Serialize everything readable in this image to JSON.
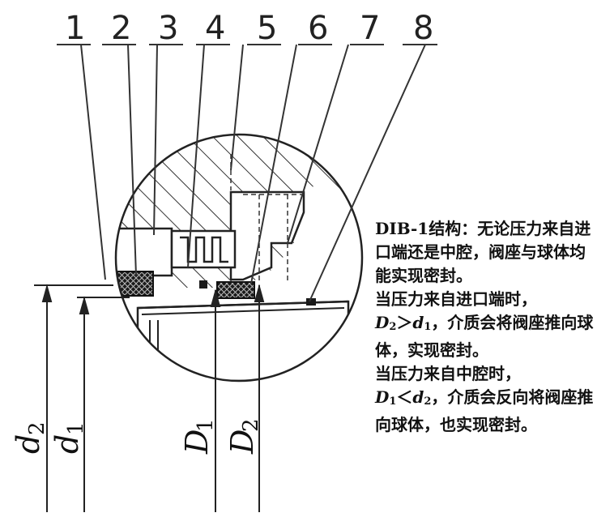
{
  "part_numbers": [
    "1",
    "2",
    "3",
    "4",
    "5",
    "6",
    "7",
    "8"
  ],
  "dimensions": {
    "d2": {
      "base": "d",
      "sub": "2"
    },
    "d1": {
      "base": "d",
      "sub": "1"
    },
    "D1": {
      "base": "D",
      "sub": "1"
    },
    "D2": {
      "base": "D",
      "sub": "2"
    }
  },
  "caption": {
    "line1": "DIB-1结构：无论压力来自进口端还是中腔，阀座与球体均能实现密封。",
    "line2": "当压力来自进口端时，",
    "line3_a": "D",
    "line3_a_sub": "2",
    "line3_op": "＞",
    "line3_b": "d",
    "line3_b_sub": "1",
    "line3_rest": "，介质会将阀座推向球体，实现密封。",
    "line4": "当压力来自中腔时，",
    "line5_a": "D",
    "line5_a_sub": "1",
    "line5_op": "＜",
    "line5_b": "d",
    "line5_b_sub": "2",
    "line5_rest": "，介质会反向将阀座推向球体，也实现密封。"
  }
}
